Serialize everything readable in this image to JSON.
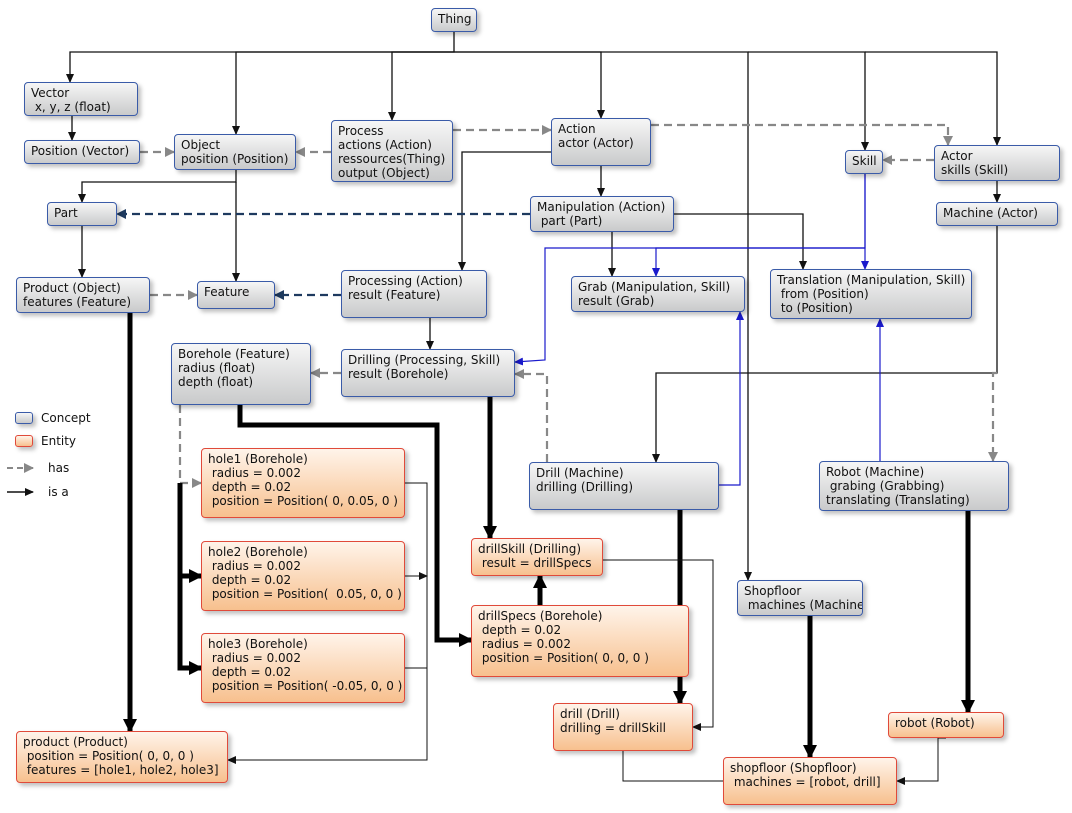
{
  "nodes": [
    {
      "id": "thing",
      "kind": "concept",
      "lines": [
        "Thing"
      ]
    },
    {
      "id": "vector",
      "kind": "concept",
      "lines": [
        "Vector",
        " x, y, z (float)"
      ]
    },
    {
      "id": "position",
      "kind": "concept",
      "lines": [
        "Position (Vector)"
      ]
    },
    {
      "id": "object",
      "kind": "concept",
      "lines": [
        "Object",
        "position (Position)"
      ]
    },
    {
      "id": "process",
      "kind": "concept",
      "lines": [
        "Process",
        "actions (Action)",
        "ressources(Thing)",
        "output (Object)"
      ]
    },
    {
      "id": "action",
      "kind": "concept",
      "lines": [
        "Action",
        "actor (Actor)"
      ]
    },
    {
      "id": "skill",
      "kind": "concept",
      "lines": [
        "Skill"
      ]
    },
    {
      "id": "actor",
      "kind": "concept",
      "lines": [
        "Actor",
        "skills (Skill)"
      ]
    },
    {
      "id": "part",
      "kind": "concept",
      "lines": [
        "Part"
      ]
    },
    {
      "id": "manipulation",
      "kind": "concept",
      "lines": [
        "Manipulation (Action)",
        " part (Part)"
      ]
    },
    {
      "id": "machine",
      "kind": "concept",
      "lines": [
        "Machine (Actor)"
      ]
    },
    {
      "id": "product",
      "kind": "concept",
      "lines": [
        "Product (Object)",
        "features (Feature)"
      ]
    },
    {
      "id": "feature",
      "kind": "concept",
      "lines": [
        "Feature"
      ]
    },
    {
      "id": "processing",
      "kind": "concept",
      "lines": [
        "Processing (Action)",
        "result (Feature)"
      ]
    },
    {
      "id": "grab",
      "kind": "concept",
      "lines": [
        "Grab (Manipulation, Skill)",
        "result (Grab)"
      ]
    },
    {
      "id": "translation",
      "kind": "concept",
      "lines": [
        "Translation (Manipulation, Skill)",
        " from (Position)",
        " to (Position)"
      ]
    },
    {
      "id": "borehole",
      "kind": "concept",
      "lines": [
        "Borehole (Feature)",
        "radius (float)",
        "depth (float)"
      ]
    },
    {
      "id": "drilling",
      "kind": "concept",
      "lines": [
        "Drilling (Processing, Skill)",
        "result (Borehole)"
      ]
    },
    {
      "id": "drillm",
      "kind": "concept",
      "lines": [
        "Drill (Machine)",
        "drilling (Drilling)"
      ]
    },
    {
      "id": "robotm",
      "kind": "concept",
      "lines": [
        "Robot (Machine)",
        " grabing (Grabbing)",
        "translating (Translating)"
      ]
    },
    {
      "id": "shopfloorc",
      "kind": "concept",
      "lines": [
        "Shopfloor",
        " machines (Machine)"
      ]
    },
    {
      "id": "hole1",
      "kind": "entity",
      "lines": [
        "hole1 (Borehole)",
        " radius = 0.002",
        " depth = 0.02",
        " position = Position( 0, 0.05, 0 )"
      ]
    },
    {
      "id": "hole2",
      "kind": "entity",
      "lines": [
        "hole2 (Borehole)",
        " radius = 0.002",
        " depth = 0.02",
        " position = Position(  0.05, 0, 0 )"
      ]
    },
    {
      "id": "hole3",
      "kind": "entity",
      "lines": [
        "hole3 (Borehole)",
        " radius = 0.002",
        " depth = 0.02",
        " position = Position( -0.05, 0, 0 )"
      ]
    },
    {
      "id": "drillskill",
      "kind": "entity",
      "lines": [
        "drillSkill (Drilling)",
        " result = drillSpecs"
      ]
    },
    {
      "id": "drillspecs",
      "kind": "entity",
      "lines": [
        "drillSpecs (Borehole)",
        " depth = 0.02",
        " radius = 0.002",
        " position = Position( 0, 0, 0 )"
      ]
    },
    {
      "id": "drille",
      "kind": "entity",
      "lines": [
        "drill (Drill)",
        "drilling = drillSkill"
      ]
    },
    {
      "id": "robote",
      "kind": "entity",
      "lines": [
        "robot (Robot)"
      ]
    },
    {
      "id": "producte",
      "kind": "entity",
      "lines": [
        "product (Product)",
        " position = Position( 0, 0, 0 )",
        " features = [hole1, hole2, hole3]"
      ]
    },
    {
      "id": "shopfloore",
      "kind": "entity",
      "lines": [
        "shopfloor (Shopfloor)",
        " machines = [robot, drill]"
      ]
    }
  ],
  "edges": [
    {
      "kind": "isa",
      "from": "vector",
      "to": "thing"
    },
    {
      "kind": "isa",
      "from": "object",
      "to": "thing"
    },
    {
      "kind": "isa",
      "from": "process",
      "to": "thing"
    },
    {
      "kind": "isa",
      "from": "action",
      "to": "thing"
    },
    {
      "kind": "isa",
      "from": "shopfloorc",
      "to": "thing"
    },
    {
      "kind": "isa",
      "from": "skill",
      "to": "thing"
    },
    {
      "kind": "isa",
      "from": "actor",
      "to": "thing"
    },
    {
      "kind": "isa",
      "from": "position",
      "to": "vector"
    },
    {
      "kind": "has",
      "from": "position",
      "to": "object"
    },
    {
      "kind": "has",
      "from": "process",
      "to": "object"
    },
    {
      "kind": "has",
      "from": "process",
      "to": "action"
    },
    {
      "kind": "has",
      "from": "action",
      "to": "actor"
    },
    {
      "kind": "has",
      "from": "actor",
      "to": "skill"
    },
    {
      "kind": "isa",
      "from": "part",
      "to": "object"
    },
    {
      "kind": "isa",
      "from": "feature",
      "to": "object"
    },
    {
      "kind": "isa",
      "from": "manipulation",
      "to": "action"
    },
    {
      "kind": "isa",
      "from": "processing",
      "to": "action"
    },
    {
      "kind": "isa",
      "from": "machine",
      "to": "actor"
    },
    {
      "kind": "has-part",
      "from": "manipulation",
      "to": "part"
    },
    {
      "kind": "isa",
      "from": "product",
      "to": "part"
    },
    {
      "kind": "has",
      "from": "product",
      "to": "feature"
    },
    {
      "kind": "has-part",
      "from": "processing",
      "to": "feature"
    },
    {
      "kind": "isa",
      "from": "grab",
      "to": "manipulation"
    },
    {
      "kind": "isa",
      "from": "translation",
      "to": "manipulation"
    },
    {
      "kind": "isa-skill",
      "from": "grab",
      "to": "skill"
    },
    {
      "kind": "isa-skill",
      "from": "translation",
      "to": "skill"
    },
    {
      "kind": "isa-skill",
      "from": "drilling",
      "to": "skill"
    },
    {
      "kind": "isa",
      "from": "borehole",
      "to": "feature"
    },
    {
      "kind": "isa",
      "from": "drilling",
      "to": "processing"
    },
    {
      "kind": "has",
      "from": "drilling",
      "to": "borehole"
    },
    {
      "kind": "isa-skill",
      "from": "drillm",
      "to": "machine"
    },
    {
      "kind": "isa-skill",
      "from": "robotm",
      "to": "machine"
    },
    {
      "kind": "has",
      "from": "drillm",
      "to": "drilling"
    },
    {
      "kind": "has",
      "from": "robotm",
      "to": "grab"
    },
    {
      "kind": "has",
      "from": "robotm",
      "to": "translation"
    },
    {
      "kind": "instance",
      "from": "hole1",
      "to": "borehole"
    },
    {
      "kind": "instance",
      "from": "hole2",
      "to": "borehole"
    },
    {
      "kind": "instance",
      "from": "hole3",
      "to": "borehole"
    },
    {
      "kind": "instance",
      "from": "drillspecs",
      "to": "borehole"
    },
    {
      "kind": "instance",
      "from": "drillskill",
      "to": "drilling"
    },
    {
      "kind": "instance",
      "from": "drille",
      "to": "drillm"
    },
    {
      "kind": "instance",
      "from": "robote",
      "to": "robotm"
    },
    {
      "kind": "instance",
      "from": "shopfloore",
      "to": "shopfloorc"
    },
    {
      "kind": "instance",
      "from": "producte",
      "to": "product"
    },
    {
      "kind": "ref",
      "from": "drillspecs",
      "to": "drillskill"
    },
    {
      "kind": "ref",
      "from": "drillskill",
      "to": "drille"
    },
    {
      "kind": "ref",
      "from": "hole1",
      "to": "producte"
    },
    {
      "kind": "ref",
      "from": "hole2",
      "to": "producte"
    },
    {
      "kind": "ref",
      "from": "hole3",
      "to": "producte"
    },
    {
      "kind": "ref",
      "from": "drille",
      "to": "shopfloore"
    },
    {
      "kind": "ref",
      "from": "robote",
      "to": "shopfloore"
    }
  ],
  "legend": {
    "concept": "Concept",
    "entity": "Entity",
    "has": "has",
    "isa": "is a"
  },
  "colors": {
    "concept_border": "#3a5ba8",
    "entity_border": "#e04a3a",
    "has_arrow": "#888888",
    "has_part_arrow": "#1e3a5f",
    "isa_arrow": "#111111",
    "skill_arrow": "#1a1acc"
  }
}
